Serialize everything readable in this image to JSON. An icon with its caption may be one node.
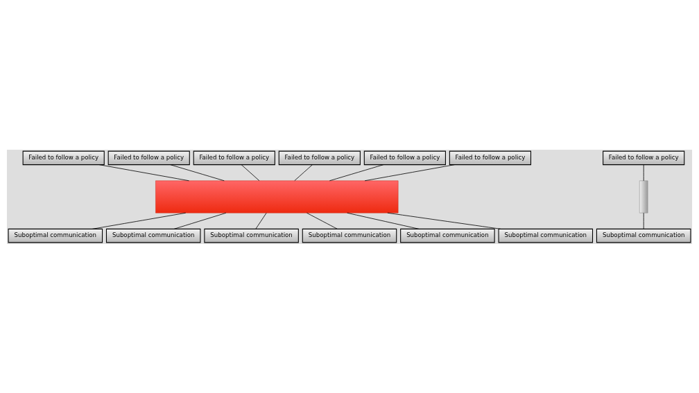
{
  "diagram": {
    "nodes": [
      {
        "text": [
          "Failed to follow a policy"
        ]
      },
      {
        "text": [
          "Failed to follow a policy"
        ]
      },
      {
        "text": [
          "Failed to follow a policy"
        ]
      },
      {
        "text": [
          "Failed to follow a policy"
        ]
      },
      {
        "text": [
          "Failed to follow a policy"
        ]
      },
      {
        "text": [
          "Failed to follow a policy"
        ]
      },
      {
        "text": [
          "Failed to follow a policy"
        ]
      },
      {
        "text": [],
        "shape": "bar"
      },
      {
        "text": [],
        "shape": "box"
      },
      {
        "text": [
          "Suboptimal communication"
        ]
      },
      {
        "text": [
          "Suboptimal communication"
        ]
      },
      {
        "text": [
          "Suboptimal communication"
        ]
      },
      {
        "text": [
          "Suboptimal communication"
        ]
      },
      {
        "text": [
          "Suboptimal communication"
        ]
      },
      {
        "text": [
          "Suboptimal communication"
        ]
      },
      {
        "text": [
          "Suboptimal communication"
        ]
      }
    ],
    "edges": [
      {
        "from": 0,
        "to": 7,
        "arrow": "none"
      },
      {
        "from": 1,
        "to": 7,
        "arrow": "none"
      },
      {
        "from": 2,
        "to": 7,
        "arrow": "none"
      },
      {
        "from": 3,
        "to": 7,
        "arrow": "none"
      },
      {
        "from": 4,
        "to": 7,
        "arrow": "none"
      },
      {
        "from": 5,
        "to": 7,
        "arrow": "none"
      },
      {
        "from": 6,
        "to": 8,
        "arrow": "none"
      },
      {
        "from": 9,
        "to": 7,
        "arrow": "none"
      },
      {
        "from": 10,
        "to": 7,
        "arrow": "none"
      },
      {
        "from": 11,
        "to": 7,
        "arrow": "none"
      },
      {
        "from": 12,
        "to": 7,
        "arrow": "none"
      },
      {
        "from": 13,
        "to": 7,
        "arrow": "none"
      },
      {
        "from": 14,
        "to": 8,
        "arrow": "none"
      },
      {
        "from": 15,
        "to": 7,
        "arrow": "none"
      }
    ]
  }
}
